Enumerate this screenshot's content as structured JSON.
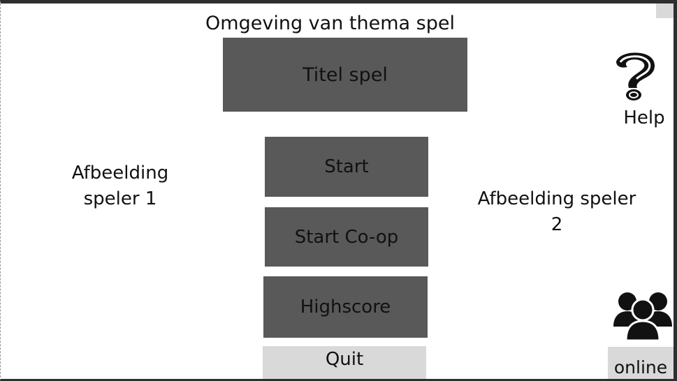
{
  "header": {
    "theme_label": "Omgeving van thema spel",
    "game_title": "Titel spel"
  },
  "menu": {
    "start_label": "Start",
    "coop_label": "Start Co-op",
    "highscore_label": "Highscore",
    "quit_label": "Quit"
  },
  "players": {
    "player1_line1": "Afbeelding",
    "player1_line2": "speler 1",
    "player2_line1": "Afbeelding speler",
    "player2_line2": "2"
  },
  "side": {
    "help_label": "Help",
    "help_icon": "question-mark-icon",
    "online_label": "online",
    "online_icon": "users-group-icon"
  },
  "colors": {
    "dark_button": "#595959",
    "light_button": "#d9d9d9",
    "text": "#111111",
    "frame": "#2e2e2e"
  }
}
